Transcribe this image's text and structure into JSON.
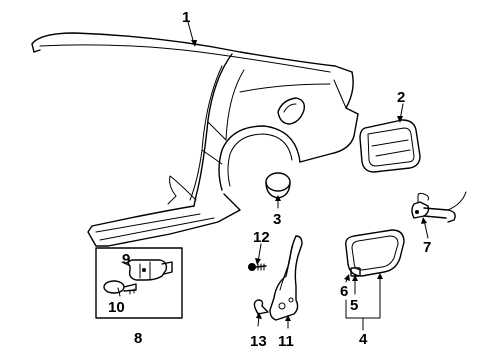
{
  "callouts": {
    "c1": "1",
    "c2": "2",
    "c3": "3",
    "c4": "4",
    "c5": "5",
    "c6": "6",
    "c7": "7",
    "c8": "8",
    "c9": "9",
    "c10": "10",
    "c11": "11",
    "c12": "12",
    "c13": "13"
  },
  "parts": [
    {
      "callout": "1",
      "name": "quarter-panel"
    },
    {
      "callout": "2",
      "name": "rear-bracket"
    },
    {
      "callout": "3",
      "name": "plug"
    },
    {
      "callout": "4",
      "name": "fuel-door-assembly"
    },
    {
      "callout": "5",
      "name": "fuel-door"
    },
    {
      "callout": "6",
      "name": "bumper"
    },
    {
      "callout": "7",
      "name": "release-cable"
    },
    {
      "callout": "8",
      "name": "lock-assembly"
    },
    {
      "callout": "9",
      "name": "lock-cylinder"
    },
    {
      "callout": "10",
      "name": "key"
    },
    {
      "callout": "11",
      "name": "hinge"
    },
    {
      "callout": "12",
      "name": "screw"
    },
    {
      "callout": "13",
      "name": "spring"
    }
  ]
}
